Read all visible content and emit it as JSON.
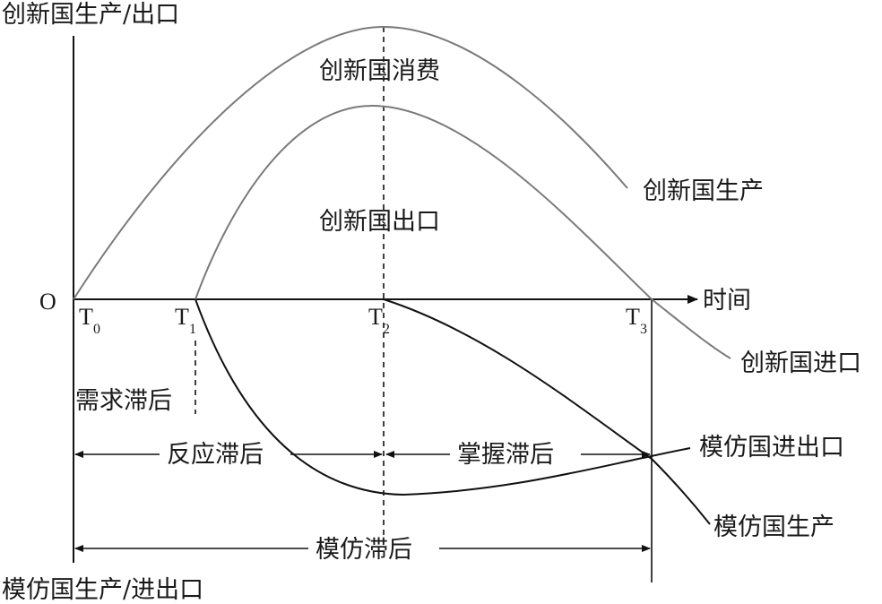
{
  "axes": {
    "y_top_label": "创新国生产/出口",
    "y_bottom_label": "模仿国生产/进出口",
    "x_label": "时间",
    "origin_label": "O"
  },
  "ticks": {
    "t0": {
      "letter": "T",
      "sub": "0"
    },
    "t1": {
      "letter": "T",
      "sub": "1"
    },
    "t2": {
      "letter": "T",
      "sub": "2"
    },
    "t3": {
      "letter": "T",
      "sub": "3"
    }
  },
  "curve_labels": {
    "innov_consumption": "创新国消费",
    "innov_production": "创新国生产",
    "innov_export": "创新国出口",
    "innov_import": "创新国进口",
    "imit_import_export": "模仿国进出口",
    "imit_production": "模仿国生产"
  },
  "lags": {
    "demand": "需求滞后",
    "reaction": "反应滞后",
    "mastery": "掌握滞后",
    "imitation": "模仿滞后"
  }
}
